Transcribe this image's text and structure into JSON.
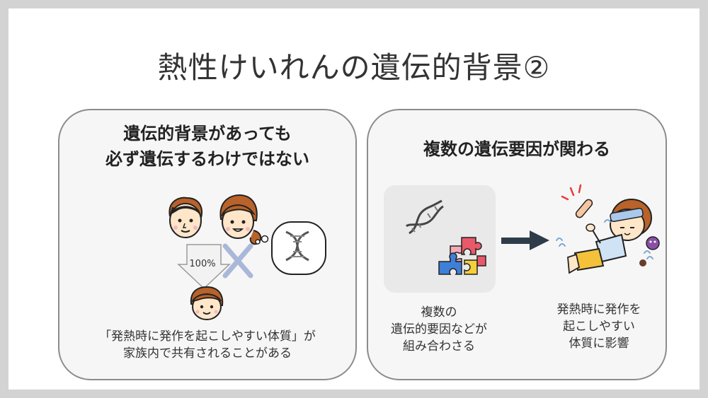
{
  "title": "熱性けいれんの遺伝的背景②",
  "left_panel": {
    "heading_line1": "遺伝的背景があっても",
    "heading_line2": "必ず遺伝するわけではない",
    "arrow_label": "100%",
    "caption_line1": "「発熱時に発作を起こしやすい体質」が",
    "caption_line2": "家族内で共有されることがある"
  },
  "right_panel": {
    "heading": "複数の遺伝要因が関わる",
    "caption_left_line1": "複数の",
    "caption_left_line2": "遺伝的要因などが",
    "caption_left_line3": "組み合わさる",
    "caption_right_line1": "発熱時に発作を",
    "caption_right_line2": "起こしやすい",
    "caption_right_line3": "体質に影響"
  },
  "colors": {
    "hair": "#b9622a",
    "skin": "#ffe6c9",
    "cross": "#a9b8d9",
    "arrow": "#2e3b48",
    "puzzle_red": "#e8596a",
    "puzzle_blue": "#3e7fd8",
    "puzzle_yellow": "#f3cf3a",
    "puzzle_pink": "#f3a9b8"
  }
}
